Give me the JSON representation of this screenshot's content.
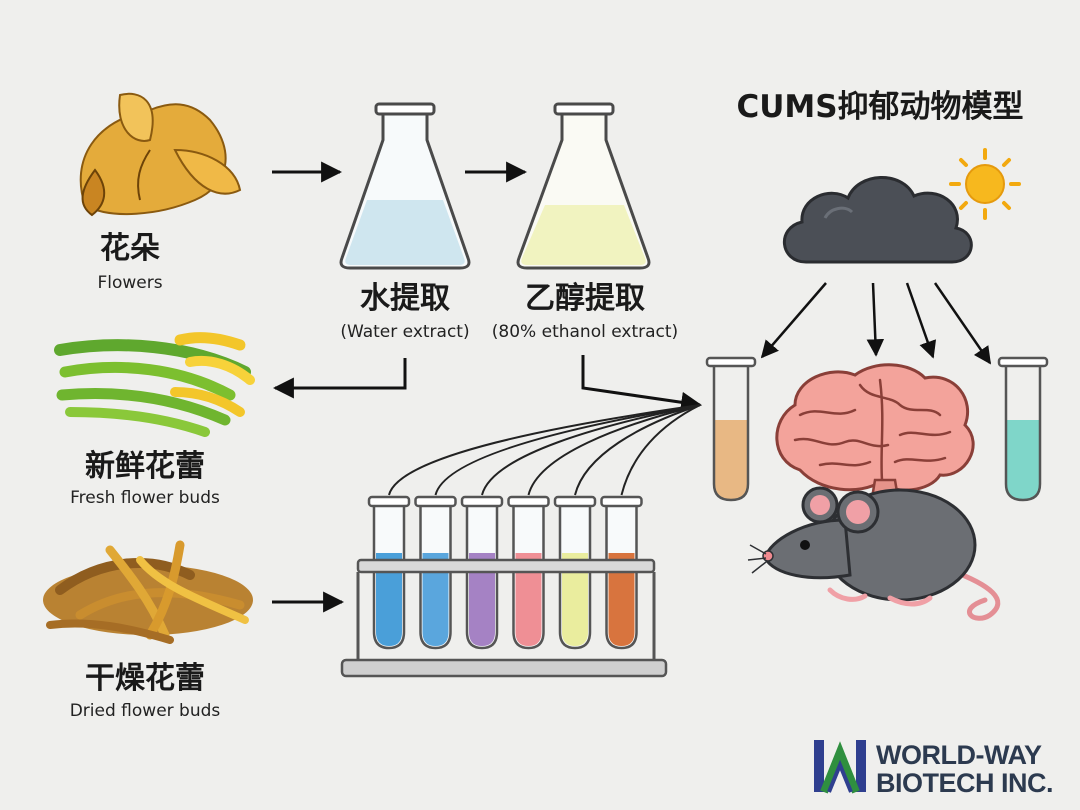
{
  "sources": [
    {
      "cn": "花朵",
      "en": "Flowers"
    },
    {
      "cn": "新鲜花蕾",
      "en": "Fresh flower buds"
    },
    {
      "cn": "干燥花蕾",
      "en": "Dried flower buds"
    }
  ],
  "extractions": [
    {
      "cn": "水提取",
      "en": "(Water extract)",
      "liquid_color": "#cfe6ef"
    },
    {
      "cn": "乙醇提取",
      "en": "(80% ethanol extract)",
      "liquid_color": "#f1f3c0"
    }
  ],
  "model": {
    "title": "CUMS抑郁动物模型"
  },
  "rack_tube_colors": [
    "#4a9fd9",
    "#5aa6dd",
    "#a582c4",
    "#ef8f95",
    "#eaed9e",
    "#d8743e"
  ],
  "side_tube_colors": [
    "#e8b884",
    "#7fd6c9"
  ],
  "logo": {
    "line1": "WORLD-WAY",
    "line2": "BIOTECH INC."
  }
}
